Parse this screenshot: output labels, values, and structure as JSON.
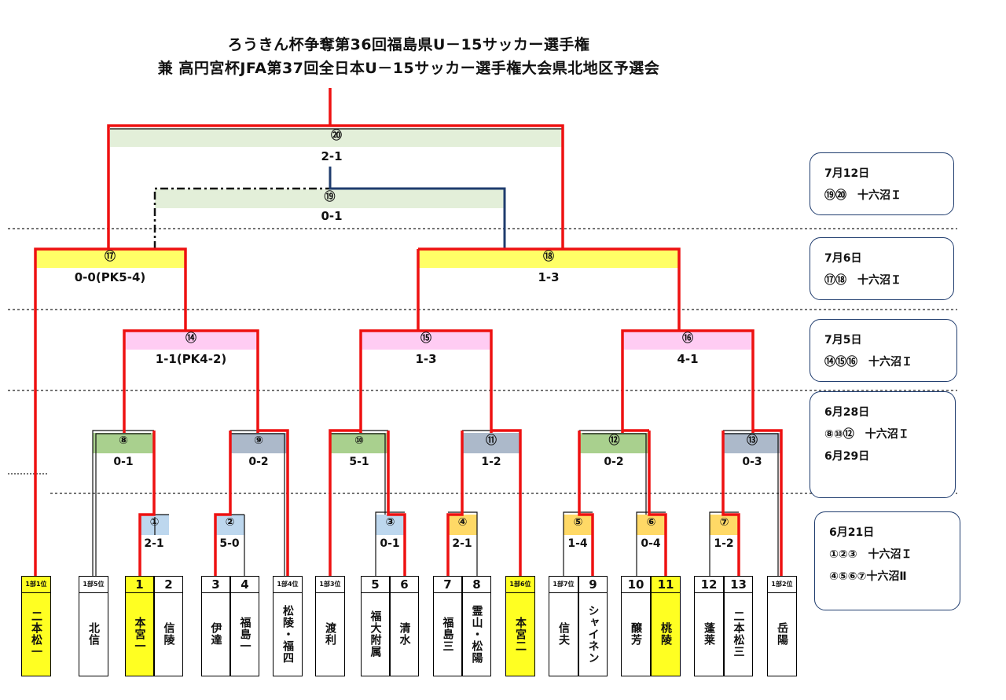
{
  "titles": {
    "line1": "ろうきん杯争奪第36回福島県U－15サッカー選手権",
    "line2": "兼 高円宮杯JFA第37回全日本U－15サッカー選手権大会県北地区予選会"
  },
  "colors": {
    "win_line": "#ee1111",
    "bracket_line": "#111111",
    "final_19_line": "#1f3c6e",
    "header_green_light": "#e3efd9",
    "header_yellow": "#ffff66",
    "header_pink": "#ffccf3",
    "header_green": "#a9d08e",
    "header_gray": "#acb9ca",
    "header_blue_light": "#bdd7ee",
    "header_orange": "#ffd966",
    "team_yellow": "#ffff22",
    "sched_border": "#1f3c6e"
  },
  "matches": {
    "m20": {
      "id": "⑳",
      "score": "2-1"
    },
    "m19": {
      "id": "⑲",
      "score": "0-1"
    },
    "m17": {
      "id": "⑰",
      "score": "0-0(PK5-4)"
    },
    "m18": {
      "id": "⑱",
      "score": "1-3"
    },
    "m14": {
      "id": "⑭",
      "score": "1-1(PK4-2)"
    },
    "m15": {
      "id": "⑮",
      "score": "1-3"
    },
    "m16": {
      "id": "⑯",
      "score": "4-1"
    },
    "m8": {
      "id": "⑧",
      "score": "0-1"
    },
    "m9": {
      "id": "⑨",
      "score": "0-2"
    },
    "m10": {
      "id": "⑩",
      "score": "5-1"
    },
    "m11": {
      "id": "⑪",
      "score": "1-2"
    },
    "m12": {
      "id": "⑫",
      "score": "0-2"
    },
    "m13": {
      "id": "⑬",
      "score": "0-3"
    },
    "m1": {
      "id": "①",
      "score": "2-1"
    },
    "m2": {
      "id": "②",
      "score": "5-0"
    },
    "m3": {
      "id": "③",
      "score": "0-1"
    },
    "m4": {
      "id": "④",
      "score": "2-1"
    },
    "m5": {
      "id": "⑤",
      "score": "1-4"
    },
    "m6": {
      "id": "⑥",
      "score": "0-4"
    },
    "m7": {
      "id": "⑦",
      "score": "1-2"
    }
  },
  "teams": [
    {
      "num": "1部1位",
      "name": "二本松一",
      "highlight": true
    },
    {
      "num": "1部5位",
      "name": "北信",
      "highlight": false
    },
    {
      "num": "1",
      "name": "本宮一",
      "highlight": true
    },
    {
      "num": "2",
      "name": "信陵",
      "highlight": false
    },
    {
      "num": "3",
      "name": "伊達",
      "highlight": false
    },
    {
      "num": "4",
      "name": "福島一",
      "highlight": false
    },
    {
      "num": "1部4位",
      "name": "松陵・福四",
      "highlight": false
    },
    {
      "num": "1部3位",
      "name": "渡利",
      "highlight": false
    },
    {
      "num": "5",
      "name": "福大附属",
      "highlight": false
    },
    {
      "num": "6",
      "name": "清水",
      "highlight": false
    },
    {
      "num": "7",
      "name": "福島三",
      "highlight": false
    },
    {
      "num": "8",
      "name": "霊山・松陽",
      "highlight": false
    },
    {
      "num": "1部6位",
      "name": "本宮二",
      "highlight": true
    },
    {
      "num": "1部7位",
      "name": "信夫",
      "highlight": false
    },
    {
      "num": "9",
      "name": "シャイネン",
      "highlight": false
    },
    {
      "num": "10",
      "name": "醸芳",
      "highlight": false
    },
    {
      "num": "11",
      "name": "桃陵",
      "highlight": true
    },
    {
      "num": "12",
      "name": "蓬莱",
      "highlight": false
    },
    {
      "num": "13",
      "name": "二本松三",
      "highlight": false
    },
    {
      "num": "1部2位",
      "name": "岳陽",
      "highlight": false
    }
  ],
  "schedule": [
    {
      "date": "7月12日",
      "lines": [
        "⑲⑳　十六沼Ｉ"
      ]
    },
    {
      "date": "7月6日",
      "lines": [
        "⑰⑱　十六沼Ｉ"
      ]
    },
    {
      "date": "7月5日",
      "lines": [
        "⑭⑮⑯　十六沼Ｉ"
      ]
    },
    {
      "date": "6月28日",
      "lines": [
        "⑧⑩⑫　十六沼Ｉ",
        "6月29日"
      ]
    },
    {
      "date": "6月21日",
      "lines": [
        "①②③　十六沼Ｉ",
        "④⑤⑥⑦十六沼Ⅱ"
      ]
    }
  ]
}
